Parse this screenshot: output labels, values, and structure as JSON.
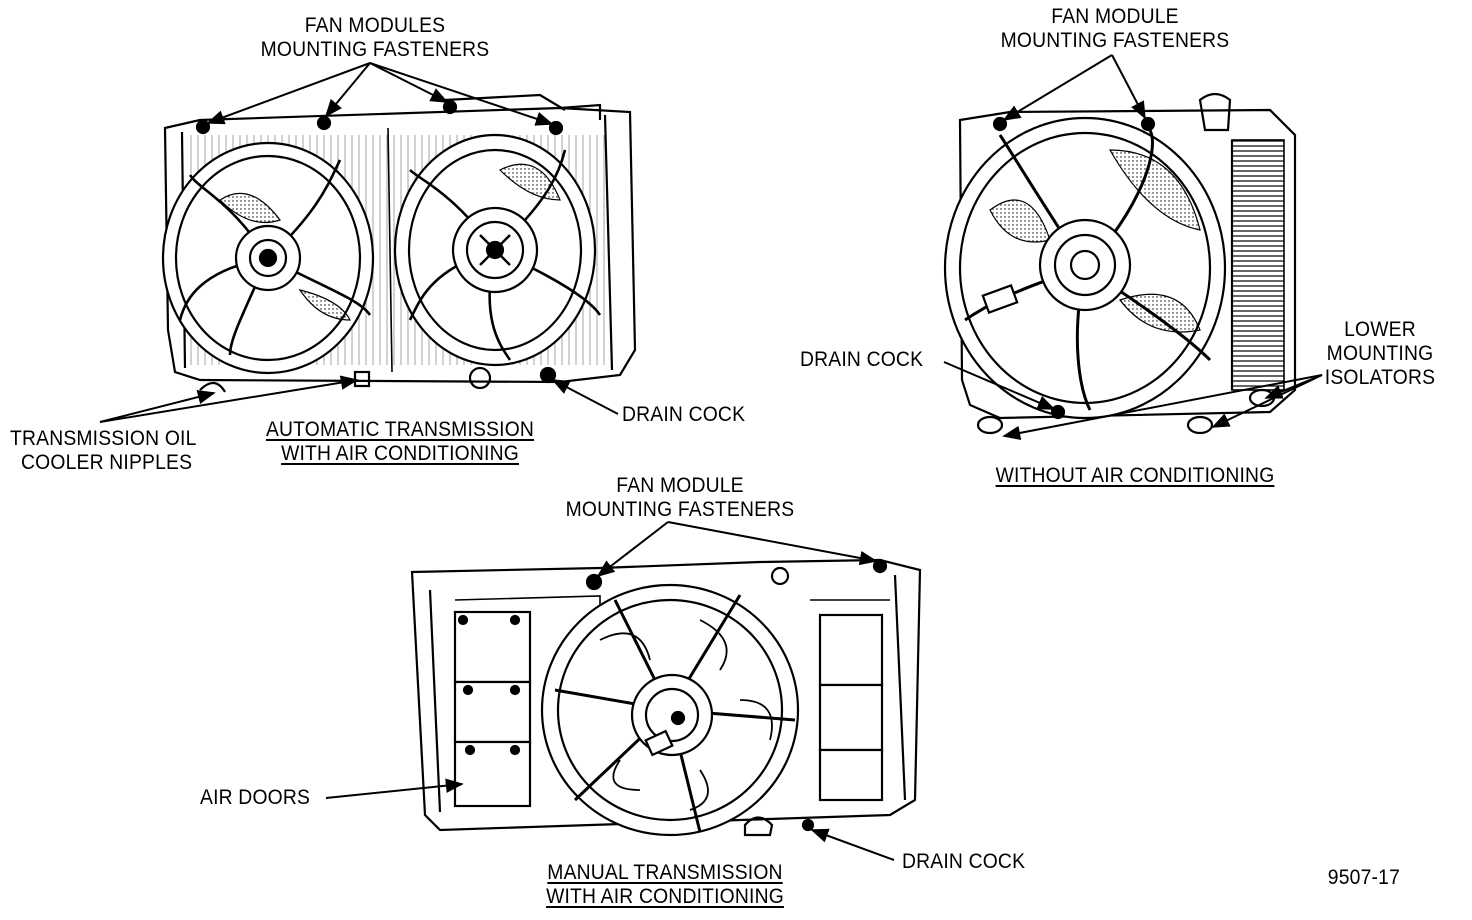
{
  "diagram": {
    "figure_id": "9507-17",
    "views": {
      "auto_ac": {
        "caption": [
          "AUTOMATIC TRANSMISSION",
          "WITH AIR CONDITIONING"
        ],
        "labels": {
          "fasteners": [
            "FAN MODULES",
            "MOUNTING FASTENERS"
          ],
          "cooler_nipples": [
            "TRANSMISSION OIL",
            "COOLER NIPPLES"
          ],
          "drain_cock": "DRAIN COCK"
        }
      },
      "no_ac": {
        "caption": [
          "WITHOUT AIR CONDITIONING"
        ],
        "labels": {
          "fasteners": [
            "FAN MODULE",
            "MOUNTING FASTENERS"
          ],
          "drain_cock": "DRAIN COCK",
          "isolators": [
            "LOWER",
            "MOUNTING",
            "ISOLATORS"
          ]
        }
      },
      "manual_ac": {
        "caption": [
          "MANUAL TRANSMISSION",
          "WITH AIR CONDITIONING"
        ],
        "labels": {
          "fasteners": [
            "FAN MODULE",
            "MOUNTING FASTENERS"
          ],
          "air_doors": "AIR DOORS",
          "drain_cock": "DRAIN COCK"
        }
      }
    }
  }
}
